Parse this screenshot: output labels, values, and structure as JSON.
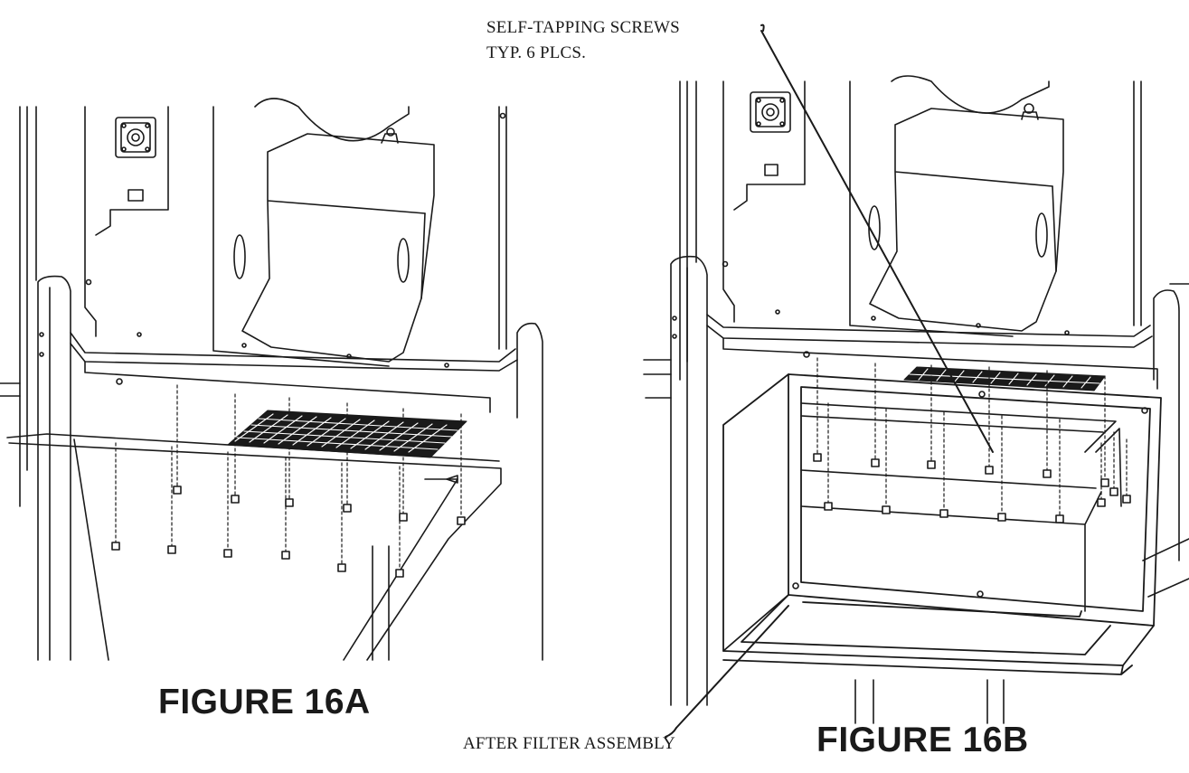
{
  "callouts": {
    "screws_line1": "SELF-TAPPING SCREWS",
    "screws_line2": "TYP. 6 PLCS.",
    "after_filter": "AFTER FILTER ASSEMBLY"
  },
  "figures": {
    "left_title": "FIGURE 16A",
    "right_title": "FIGURE 16B"
  }
}
